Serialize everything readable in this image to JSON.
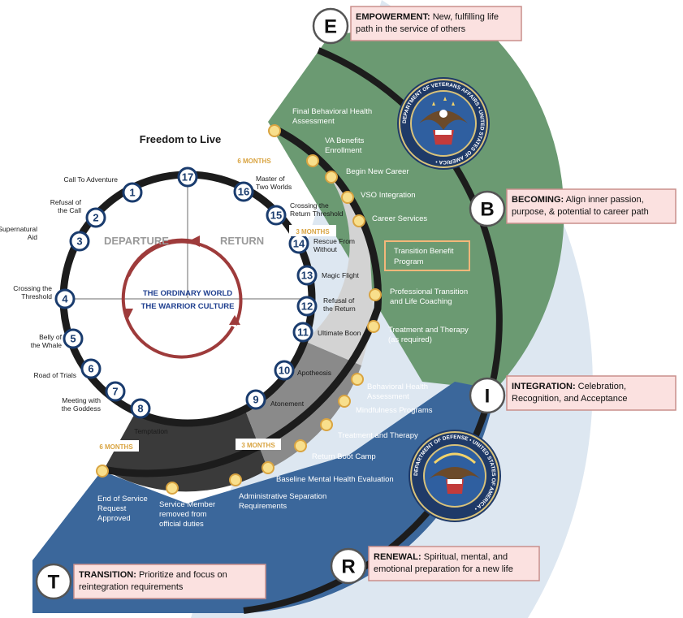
{
  "title": "Freedom to Live",
  "colors": {
    "pale_blue": "#dde7f1",
    "green": "#6b9a72",
    "navy": "#3b679b",
    "black_ring": "#1c1c1c",
    "dark_gray": "#3a3a3a",
    "mid_gray": "#8a8a8a",
    "light_gray": "#d3d3d3",
    "red_arrow": "#9e3b3b",
    "callout_fill": "#fbe1e0",
    "callout_border": "#c98f8c",
    "node_fill": "#f8df8c",
    "node_border": "#d9a441",
    "months_color": "#d9a441"
  },
  "inner_circle": {
    "departure": "DEPARTURE",
    "return": "RETURN",
    "center_line1": "THE ORDINARY WORLD",
    "center_line2": "THE WARRIOR CULTURE"
  },
  "stages": [
    {
      "num": "1",
      "label": [
        "Call To Adventure"
      ]
    },
    {
      "num": "2",
      "label": [
        "Refusal of",
        "the Call"
      ]
    },
    {
      "num": "3",
      "label": [
        "Supernatural",
        "Aid"
      ]
    },
    {
      "num": "4",
      "label": [
        "Crossing the",
        "Threshold"
      ]
    },
    {
      "num": "5",
      "label": [
        "Belly of",
        "the Whale"
      ]
    },
    {
      "num": "6",
      "label": [
        "Road of Trials"
      ]
    },
    {
      "num": "7",
      "label": [
        "Meeting with",
        "the Goddess"
      ]
    },
    {
      "num": "8",
      "label": [
        "Temptation"
      ]
    },
    {
      "num": "9",
      "label": [
        "Atonement"
      ]
    },
    {
      "num": "10",
      "label": [
        "Apotheosis"
      ]
    },
    {
      "num": "11",
      "label": [
        "Ultimate Boon"
      ]
    },
    {
      "num": "12",
      "label": [
        "Refusal of",
        "the Return"
      ]
    },
    {
      "num": "13",
      "label": [
        "Magic Flight"
      ]
    },
    {
      "num": "14",
      "label": [
        "Rescue From",
        "Without"
      ]
    },
    {
      "num": "15",
      "label": [
        "Crossing the",
        "Return Threshold"
      ]
    },
    {
      "num": "16",
      "label": [
        "Master of",
        "Two Worlds"
      ]
    },
    {
      "num": "17",
      "label": []
    }
  ],
  "months": [
    "6 MONTHS",
    "3 MONTHS",
    "3 MONTHS",
    "6 MONTHS"
  ],
  "green_steps": [
    {
      "label": [
        "Final Behavioral Health",
        "Assessment"
      ]
    },
    {
      "label": [
        "VA Benefits",
        "Enrollment"
      ]
    },
    {
      "label": [
        "Begin New Career"
      ]
    },
    {
      "label": [
        "VSO Integration"
      ]
    },
    {
      "label": [
        "Career Services"
      ]
    },
    {
      "label": [
        "Professional Transition",
        "and Life Coaching"
      ]
    },
    {
      "label": [
        "Treatment and Therapy",
        "(as required)"
      ]
    }
  ],
  "transition_box": [
    "Transition Benefit",
    "Program"
  ],
  "blue_steps": [
    {
      "label": [
        "Behavioral Health",
        "Assessment"
      ]
    },
    {
      "label": [
        "Mindfulness Programs"
      ]
    },
    {
      "label": [
        "Treatment and Therapy"
      ]
    },
    {
      "label": [
        "Return Boot Camp"
      ]
    },
    {
      "label": [
        "Baseline Mental Health Evaluation"
      ]
    },
    {
      "label": [
        "Administrative Separation",
        "Requirements"
      ]
    },
    {
      "label": [
        "Service Member",
        "removed from",
        "official duties"
      ]
    },
    {
      "label": [
        "End of Service",
        "Request",
        "Approved"
      ]
    }
  ],
  "callouts": [
    {
      "letter": "E",
      "title": "EMPOWERMENT:",
      "lines": [
        "EMPOWERMENT: New, fulfilling life",
        "path in the service of others"
      ]
    },
    {
      "letter": "B",
      "title": "BECOMING:",
      "lines": [
        "BECOMING: Align inner passion,",
        "purpose, & potential to career path"
      ]
    },
    {
      "letter": "I",
      "title": "INTEGRATION:",
      "lines": [
        "INTEGRATION: Celebration,",
        "Recognition, and Acceptance"
      ]
    },
    {
      "letter": "R",
      "title": "RENEWAL:",
      "lines": [
        "RENEWAL: Spiritual, mental, and",
        "emotional preparation for a new life"
      ]
    },
    {
      "letter": "T",
      "title": "TRANSITION:",
      "lines": [
        "TRANSITION: Prioritize and focus on",
        "reintegration requirements"
      ]
    }
  ],
  "seals": {
    "va_ring": "DEPARTMENT OF VETERANS AFFAIRS • UNITED STATES OF AMERICA •",
    "dod_ring": "DEPARTMENT OF DEFENSE • UNITED STATES OF AMERICA •"
  }
}
